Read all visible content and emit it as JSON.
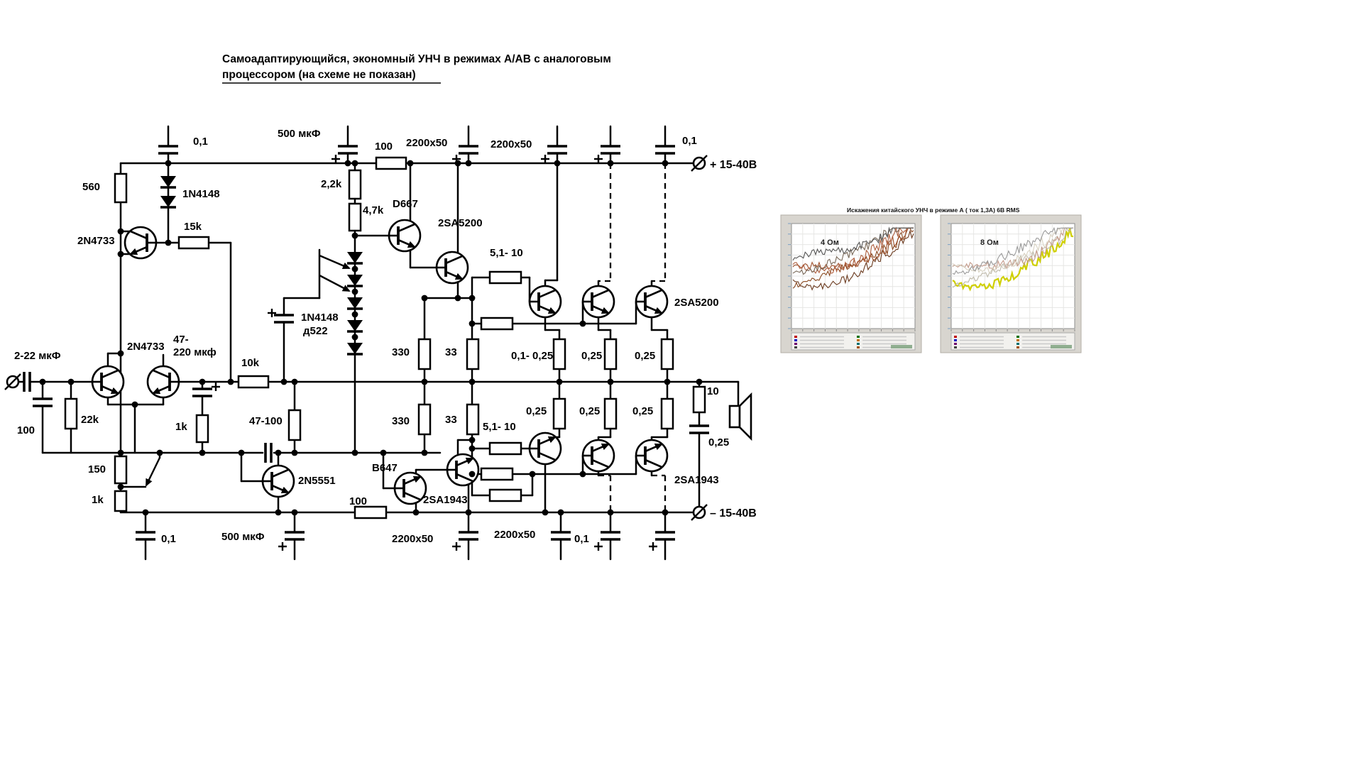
{
  "schematic": {
    "labels": {
      "title_line1": "Самоадаптирующийся, экономный УНЧ в режимах А/АВ с аналоговым",
      "title_line2": "процессором (на схеме не показан)",
      "power_positive": "+ 15-40В",
      "power_negative": "– 15-40В",
      "c01_top_left": "0,1",
      "c500_top": "500 мкФ",
      "r100_top": "100",
      "c2200_top_a": "2200x50",
      "c2200_top_b": "2200x50",
      "c01_top_right": "0,1",
      "r560": "560",
      "d1n4148_top": "1N4148",
      "r15k": "15k",
      "q2n4733_single": "2N4733",
      "r2k2": "2,2k",
      "r4k7": "4,7k",
      "qd667": "D667",
      "q2sa5200_driver": "2SA5200",
      "r51_10_top": "5,1- 10",
      "q2sa5200_out": "2SA5200",
      "cin": "2-22 мкФ",
      "qpair": "2N4733",
      "c47_220_a": "47-",
      "c47_220_b": "220 мкф",
      "r10k": "10k",
      "dchain_a": "1N4148",
      "dchain_b": "д522",
      "r330_top": "330",
      "r33_top": "33",
      "r01_025": "0,1- 0,25",
      "r025_top_a": "0,25",
      "r025_top_b": "0,25",
      "r22k": "22k",
      "c100_in": "100",
      "r1k_fb": "1k",
      "r47_100": "47-100",
      "r330_bot": "330",
      "r33_bot": "33",
      "r51_10_bot": "5,1- 10",
      "r025_bot_a": "0,25",
      "r025_bot_b": "0,25",
      "r025_bot_c": "0,25",
      "r10_zobel": "10",
      "c025_zobel": "0,25",
      "r150": "150",
      "r1k_bot": "1k",
      "q2n5551": "2N5551",
      "qb647": "B647",
      "q2sa1943_driver": "2SA1943",
      "q2sa1943_out": "2SA1943",
      "r100_bot": "100",
      "c01_bot_left": "0,1",
      "c500_bot": "500 мкФ",
      "c2200_bot_a": "2200x50",
      "c2200_bot_b": "2200x50",
      "c01_bot_right": "0,1"
    }
  },
  "charts": {
    "type": "line",
    "title": "Искажения китайского УНЧ в режиме А ( ток 1,3А)   6В RMS",
    "panels": [
      {
        "label": "4 Ом",
        "curve_colors": [
          "#6b3a1e",
          "#8a4a22",
          "#a0522d",
          "#b06040",
          "#7a6a5a",
          "#555555"
        ]
      },
      {
        "label": "8 Ом",
        "curve_colors": [
          "#cfcf00",
          "#bdb8a8",
          "#c49a8a",
          "#d8d2c2",
          "#9a9a9a"
        ]
      }
    ]
  },
  "colors": {
    "wire": "#000000",
    "background": "#ffffff",
    "highlight_curve": "#cfcf00"
  }
}
